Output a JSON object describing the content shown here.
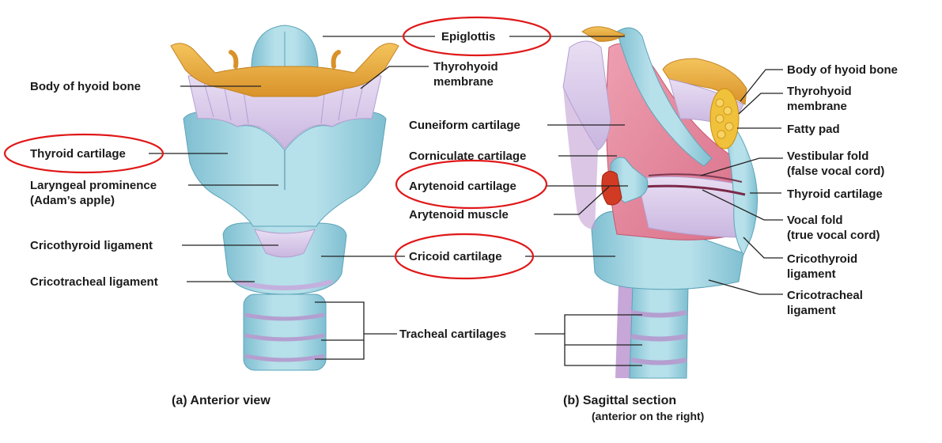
{
  "colors": {
    "cartilage": "#a6d7e3",
    "cartilage_dark": "#6fb1c4",
    "hyoid": "#e8a93a",
    "membrane": "#d9c9ea",
    "mucosa": "#e48a9e",
    "muscle": "#d23b23",
    "fat": "#f3c431",
    "highlight": "#e01818"
  },
  "anterior": {
    "caption": "(a)  Anterior view",
    "labels": {
      "body_hyoid": "Body of hyoid bone",
      "thyroid_cartilage": "Thyroid cartilage",
      "laryngeal_prominence_1": "Laryngeal prominence",
      "laryngeal_prominence_2": "(Adam’s apple)",
      "cricothyroid_ligament": "Cricothyroid ligament",
      "cricotracheal_ligament": "Cricotracheal ligament"
    }
  },
  "center": {
    "labels": {
      "epiglottis": "Epiglottis",
      "thyrohyoid_1": "Thyrohyoid",
      "thyrohyoid_2": "membrane",
      "cuneiform": "Cuneiform cartilage",
      "corniculate": "Corniculate cartilage",
      "arytenoid_cartilage": "Arytenoid cartilage",
      "arytenoid_muscle": "Arytenoid muscle",
      "cricoid": "Cricoid cartilage",
      "tracheal": "Tracheal cartilages"
    }
  },
  "sagittal": {
    "caption": "(b)  Sagittal section",
    "subcaption": "(anterior on the right)",
    "labels": {
      "body_hyoid": "Body of hyoid bone",
      "thyrohyoid_1": "Thyrohyoid",
      "thyrohyoid_2": "membrane",
      "fatty_pad": "Fatty pad",
      "vestibular_1": "Vestibular fold",
      "vestibular_2": "(false vocal cord)",
      "thyroid_cartilage": "Thyroid cartilage",
      "vocal_fold_1": "Vocal fold",
      "vocal_fold_2": "(true vocal cord)",
      "cricothyroid_1": "Cricothyroid",
      "cricothyroid_2": "ligament",
      "cricotracheal_1": "Cricotracheal",
      "cricotracheal_2": "ligament"
    }
  }
}
